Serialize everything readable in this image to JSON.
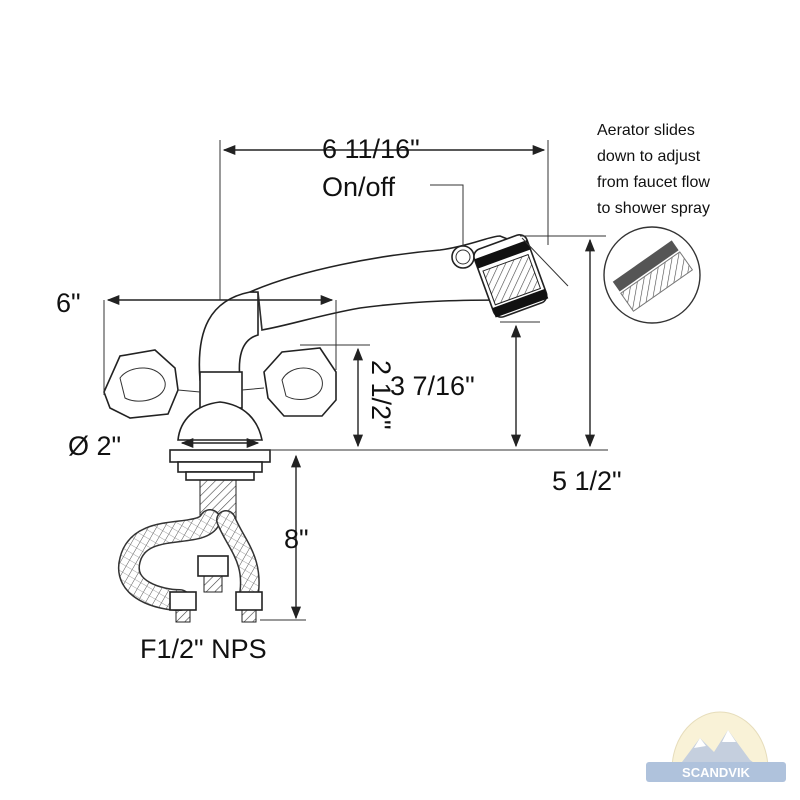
{
  "dimensions": {
    "spout_length": "6 11/16\"",
    "on_off": "On/off",
    "handle_span": "6\"",
    "base_diameter": "Ø 2\"",
    "handle_height": "2 1/2\"",
    "head_height": "3 7/16\"",
    "total_height": "5 1/2\"",
    "hose_length": "8\"",
    "connector": "F1/2\" NPS"
  },
  "note": {
    "line1": "Aerator slides",
    "line2": "down to adjust",
    "line3": "from faucet flow",
    "line4": "to shower spray"
  },
  "brand": {
    "name": "SCANDVIK"
  }
}
